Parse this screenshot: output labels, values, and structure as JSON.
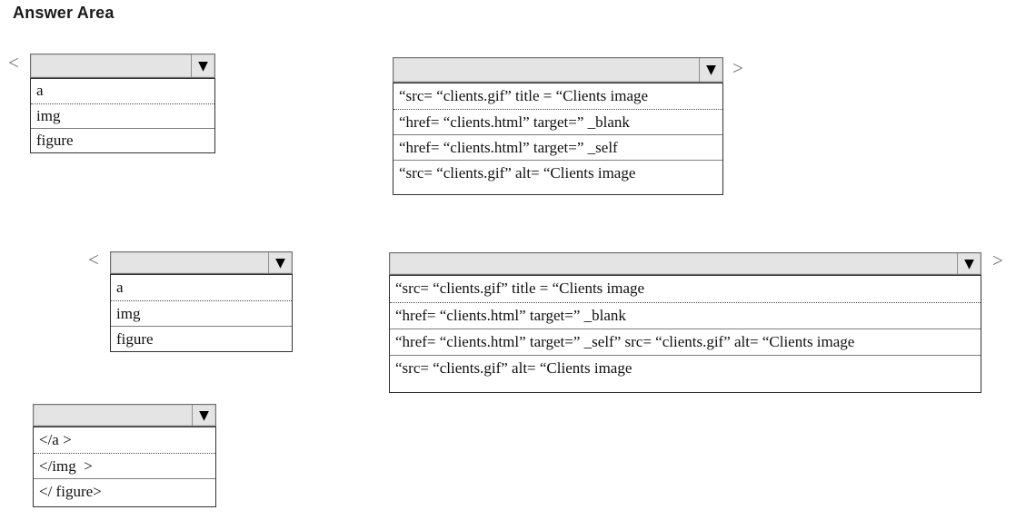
{
  "title": "Answer Area",
  "icons": {
    "dropdown_arrow": "▼"
  },
  "colors": {
    "combo_fill": "#e4e4e4",
    "combo_border": "#6f6f6f",
    "list_border": "#323232",
    "text": "#101010"
  },
  "dropdowns": [
    {
      "name": "tag-dropdown-1",
      "prefix": "<",
      "suffix": "",
      "selected": "",
      "options": [
        "a",
        "img",
        "figure"
      ]
    },
    {
      "name": "attribute-dropdown-1",
      "prefix": "",
      "suffix": ">",
      "selected": "",
      "options": [
        "“src= “clients.gif” title = “Clients image",
        "“href= “clients.html” target=” _blank",
        "“href= “clients.html” target=” _self",
        "“src= “clients.gif” alt= “Clients image"
      ]
    },
    {
      "name": "tag-dropdown-2",
      "prefix": "<",
      "suffix": "",
      "selected": "",
      "options": [
        "a",
        "img",
        "figure"
      ]
    },
    {
      "name": "attribute-dropdown-2",
      "prefix": "",
      "suffix": ">",
      "selected": "",
      "options": [
        "“src= “clients.gif” title = “Clients image",
        "“href= “clients.html” target=” _blank",
        "“href= “clients.html” target=” _self” src= “clients.gif” alt= “Clients image",
        "“src= “clients.gif” alt= “Clients image"
      ]
    },
    {
      "name": "closing-tag-dropdown",
      "prefix": "",
      "suffix": "",
      "selected": "",
      "options": [
        "</a >",
        "</img  >",
        "</ figure>"
      ]
    }
  ]
}
